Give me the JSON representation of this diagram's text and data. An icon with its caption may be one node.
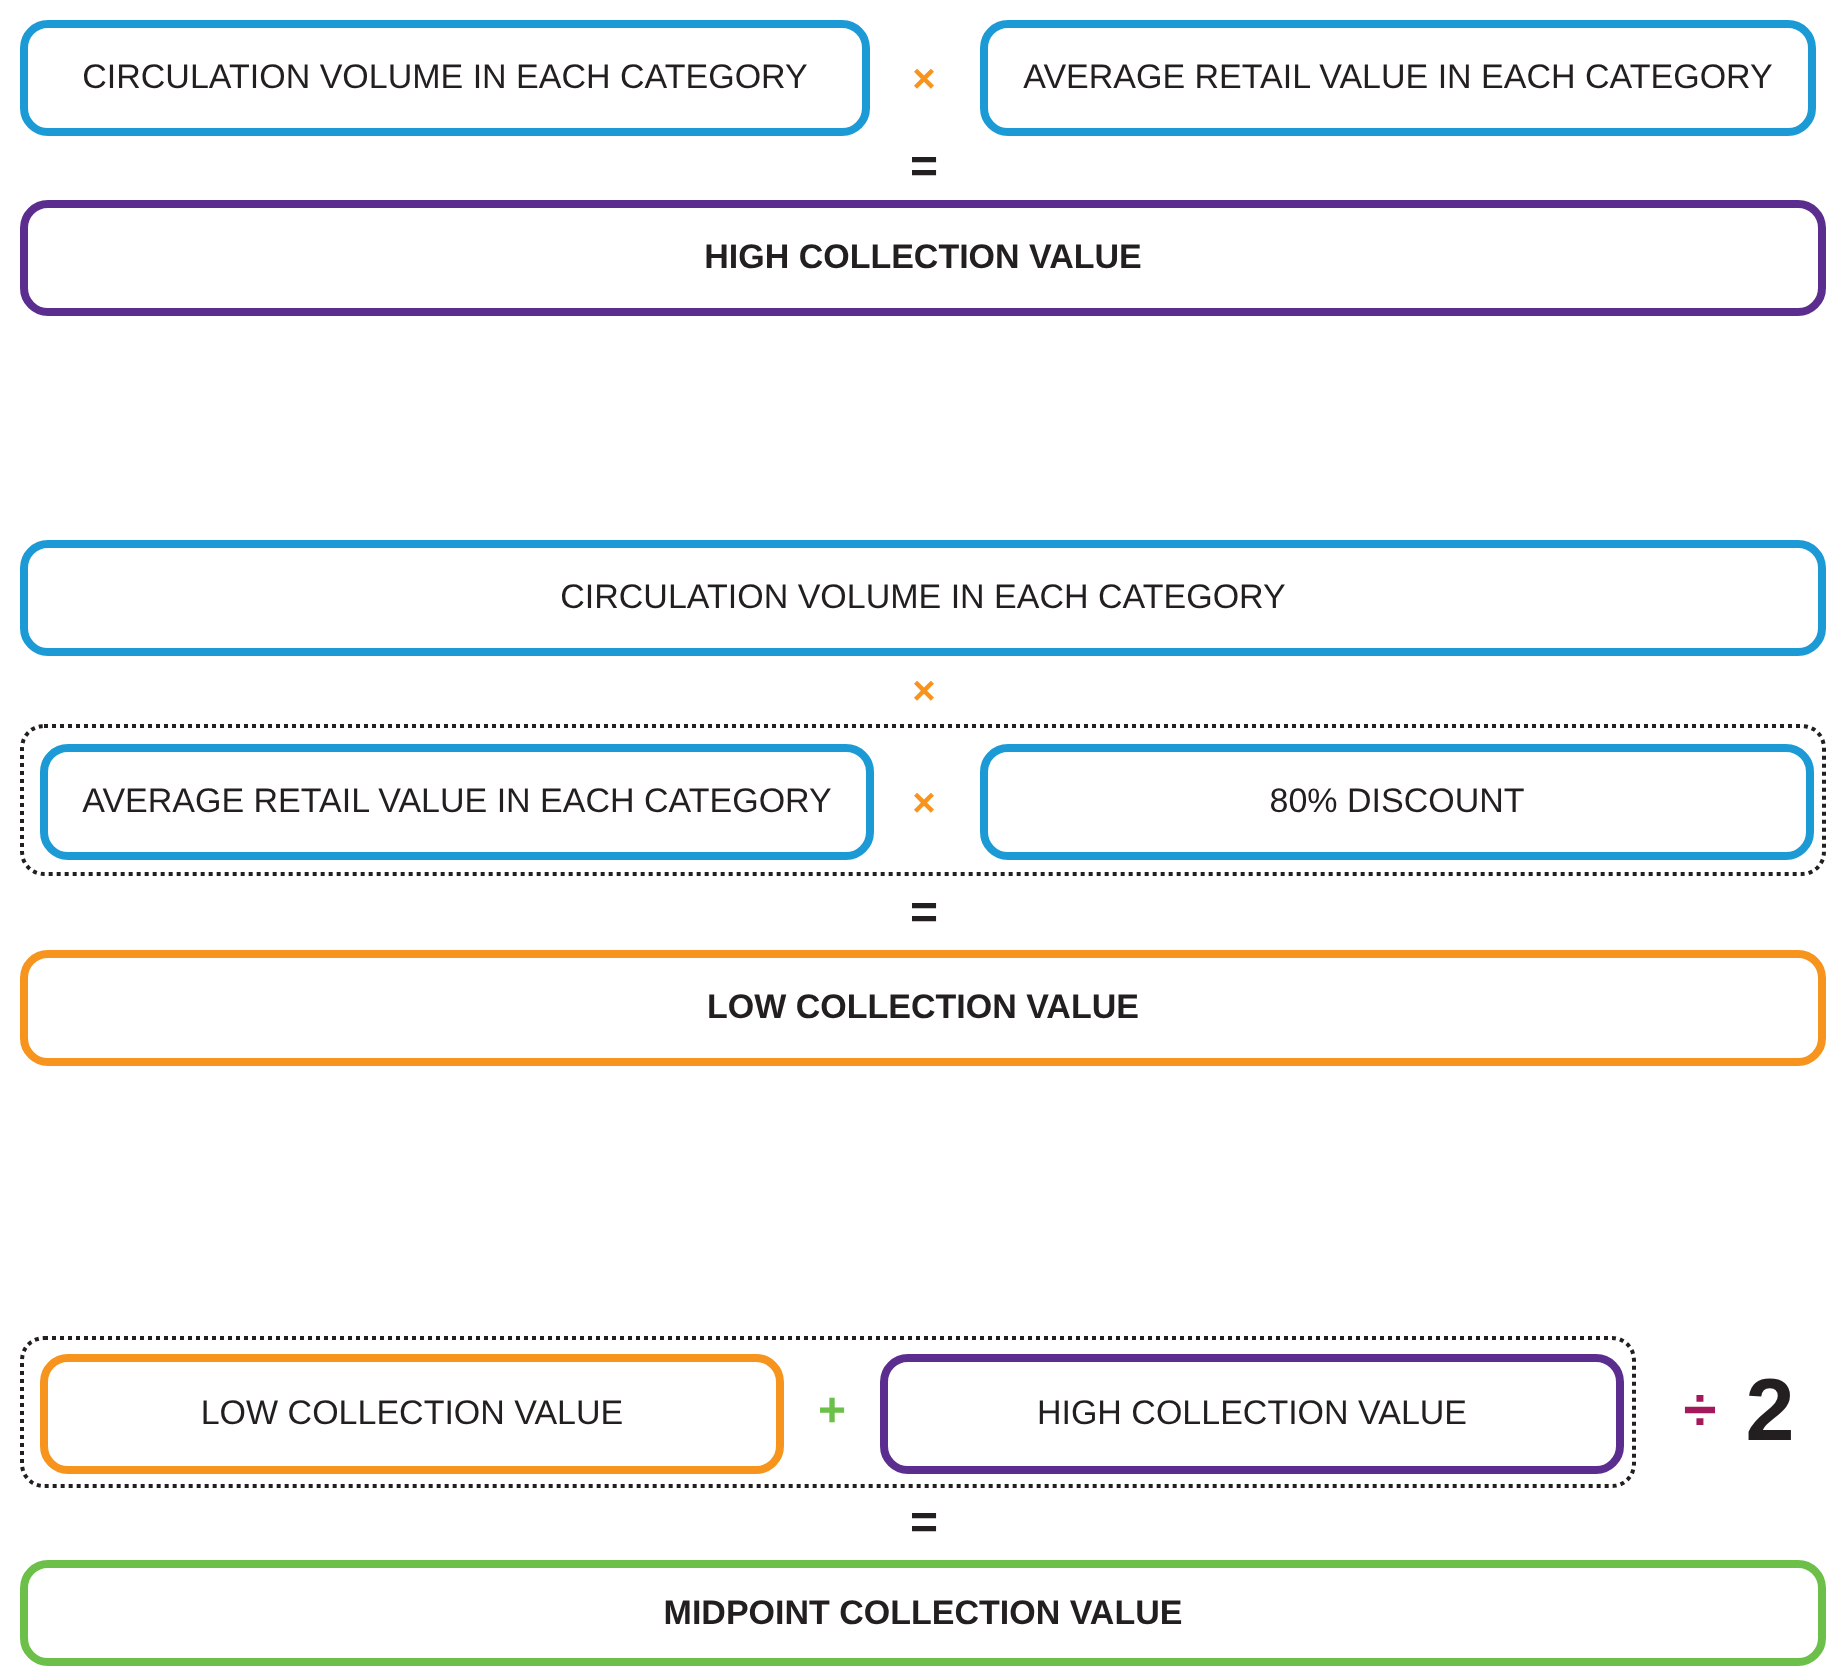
{
  "diagram": {
    "nodes": [
      {
        "text": [
          "CIRCULATION VOLUME IN EACH CATEGORY"
        ]
      },
      {
        "text": [
          "AVERAGE RETAIL VALUE IN EACH CATEGORY"
        ]
      },
      {
        "text": [
          "HIGH COLLECTION VALUE"
        ]
      },
      {
        "text": [
          "CIRCULATION VOLUME IN EACH CATEGORY"
        ]
      },
      {
        "text": [],
        "shape": "box"
      },
      {
        "text": [
          "AVERAGE RETAIL VALUE IN EACH CATEGORY"
        ],
        "in": 4
      },
      {
        "text": [
          "80% DISCOUNT"
        ],
        "in": 4
      },
      {
        "text": [
          "LOW COLLECTION VALUE"
        ]
      },
      {
        "text": [],
        "shape": "box"
      },
      {
        "text": [
          "LOW COLLECTION VALUE"
        ],
        "in": 8
      },
      {
        "text": [
          "HIGH COLLECTION VALUE"
        ],
        "in": 8
      },
      {
        "text": [
          "MIDPOINT COLLECTION VALUE"
        ]
      }
    ],
    "labels": [
      "×",
      "=",
      "×",
      "×",
      "=",
      "+",
      "÷",
      "2",
      "="
    ]
  }
}
